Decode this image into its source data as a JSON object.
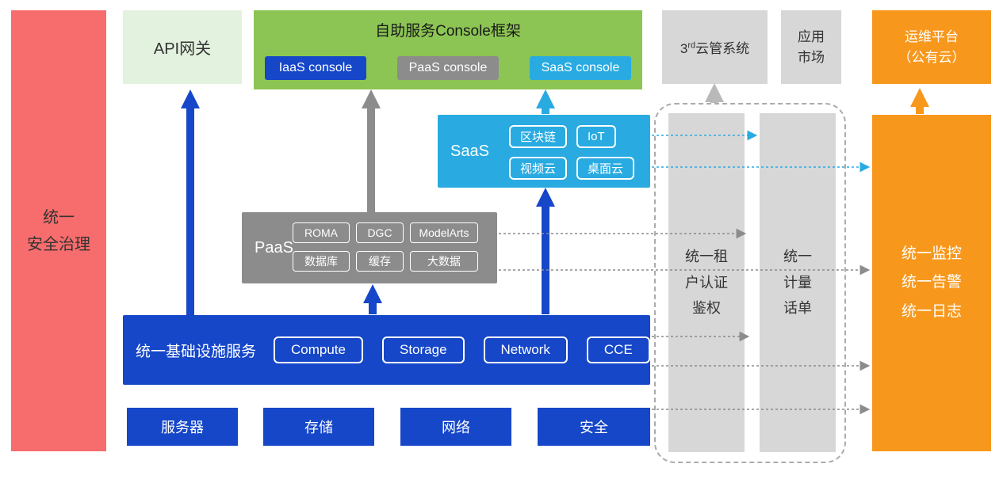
{
  "security_bar": {
    "label": "统一\n安全治理"
  },
  "api_gateway": {
    "label": "API网关"
  },
  "console_framework": {
    "title": "自助服务Console框架",
    "iaas_button": "IaaS console",
    "paas_button": "PaaS console",
    "saas_button": "SaaS console"
  },
  "third_party_cloud": {
    "prefix": "3",
    "superscript": "rd",
    "suffix": "云管系统"
  },
  "app_market": {
    "label": "应用\n市场"
  },
  "ops_platform": {
    "label": "运维平台\n（公有云）"
  },
  "saas": {
    "label": "SaaS",
    "tags": [
      "区块链",
      "IoT",
      "视频云",
      "桌面云"
    ]
  },
  "paas": {
    "label": "PaaS",
    "tags": [
      "ROMA",
      "DGC",
      "ModelArts",
      "数据库",
      "缓存",
      "大数据"
    ]
  },
  "infrastructure": {
    "label": "统一基础设施服务",
    "tags": [
      "Compute",
      "Storage",
      "Network",
      "CCE"
    ]
  },
  "bottom_row": {
    "items": [
      "服务器",
      "存储",
      "网络",
      "安全"
    ]
  },
  "auth_bar": {
    "label": "统一租\n户认证\n鉴权"
  },
  "metering_bar": {
    "label": "统一\n计量\n话单"
  },
  "monitor_bar": {
    "label": "统一监控\n统一告警\n统一日志"
  },
  "colors": {
    "blue": "#1647C8",
    "gray": "#8C8C8C",
    "cyan": "#29ABE2",
    "orange": "#F7981D",
    "green": "#8CC553",
    "light_green": "#E3F1DF",
    "red": "#F76C6C",
    "light_gray": "#D7D7D7"
  }
}
